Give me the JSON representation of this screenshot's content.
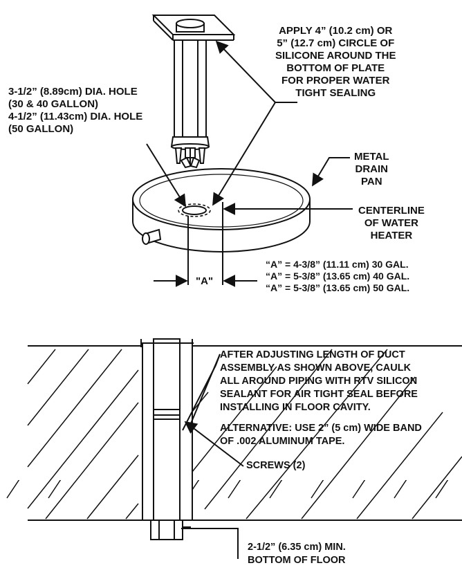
{
  "labels": {
    "silicone_note": [
      "APPLY 4” (10.2 cm) OR",
      "5” (12.7 cm) CIRCLE OF",
      "SILICONE AROUND THE",
      "BOTTOM OF PLATE",
      "FOR PROPER WATER",
      "TIGHT SEALING"
    ],
    "hole_note": [
      "3-1/2” (8.89cm) DIA. HOLE",
      "(30 & 40 GALLON)",
      "4-1/2” (11.43cm) DIA. HOLE",
      "(50 GALLON)"
    ],
    "drain_pan": [
      "METAL",
      "DRAIN",
      "PAN"
    ],
    "centerline": [
      "CENTERLINE",
      "OF WATER",
      "HEATER"
    ],
    "dim_a": "\"A\"",
    "dim_table": [
      "“A” = 4-3/8” (11.11 cm) 30 GAL.",
      "“A” = 5-3/8” (13.65 cm) 40 GAL.",
      "“A” = 5-3/8” (13.65 cm) 50 GAL."
    ],
    "caulk_note": [
      "AFTER ADJUSTING LENGTH OF DUCT",
      "ASSEMBLY AS SHOWN ABOVE, CAULK",
      "ALL AROUND PIPING WITH RTV SILICON",
      "SEALANT FOR AIR TIGHT SEAL BEFORE",
      "INSTALLING IN FLOOR CAVITY."
    ],
    "alt_note": [
      "ALTERNATIVE: USE 2” (5 cm) WIDE BAND",
      "OF .002 ALUMINUM TAPE."
    ],
    "screws": "SCREWS (2)",
    "min_note": [
      "2-1/2” (6.35 cm) MIN.",
      "BOTTOM OF FLOOR"
    ]
  }
}
